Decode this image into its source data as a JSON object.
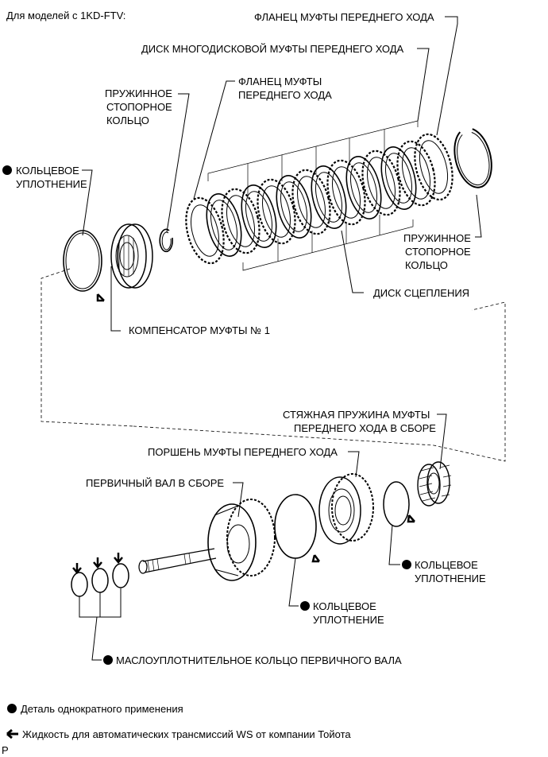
{
  "header": {
    "title": "Для моделей с 1KD-FTV:"
  },
  "labels": {
    "forward_clutch_flange_top": "ФЛАНЕЦ МУФТЫ ПЕРЕДНЕГО ХОДА",
    "forward_multidisc_plate": "ДИСК МНОГОДИСКОВОЙ МУФТЫ ПЕРЕДНЕГО ХОДА",
    "flange_mid_1": "ФЛАНЕЦ МУФТЫ",
    "flange_mid_2": "ПЕРЕДНЕГО ХОДА",
    "snap_ring_left_1": "ПРУЖИННОЕ",
    "snap_ring_left_2": "СТОПОРНОЕ",
    "snap_ring_left_3": "КОЛЬЦО",
    "o_ring_left_1": "КОЛЬЦЕВОЕ",
    "o_ring_left_2": "УПЛОТНЕНИЕ",
    "snap_ring_right_1": "ПРУЖИННОЕ",
    "snap_ring_right_2": "СТОПОРНОЕ",
    "snap_ring_right_3": "КОЛЬЦО",
    "clutch_disc": "ДИСК СЦЕПЛЕНИЯ",
    "compensator": "КОМПЕНСАТОР МУФТЫ № 1",
    "return_spring_1": "СТЯЖНАЯ ПРУЖИНА МУФТЫ",
    "return_spring_2": "ПЕРЕДНЕГО ХОДА В СБОРЕ",
    "piston": "ПОРШЕНЬ МУФТЫ ПЕРЕДНЕГО ХОДА",
    "input_shaft": "ПЕРВИЧНЫЙ ВАЛ В СБОРЕ",
    "o_ring_right_1": "КОЛЬЦЕВОЕ",
    "o_ring_right_2": "УПЛОТНЕНИЕ",
    "o_ring_mid_1": "КОЛЬЦЕВОЕ",
    "o_ring_mid_2": "УПЛОТНЕНИЕ",
    "oil_seal_ring": "МАСЛОУПЛОТНИТЕЛЬНОЕ КОЛЬЦО ПЕРВИЧНОГО ВАЛА"
  },
  "legend": {
    "non_reusable": "Деталь однократного применения",
    "atf": "Жидкость для автоматических трансмиссий WS от компании Тойота"
  },
  "footer": {
    "code": "P"
  }
}
